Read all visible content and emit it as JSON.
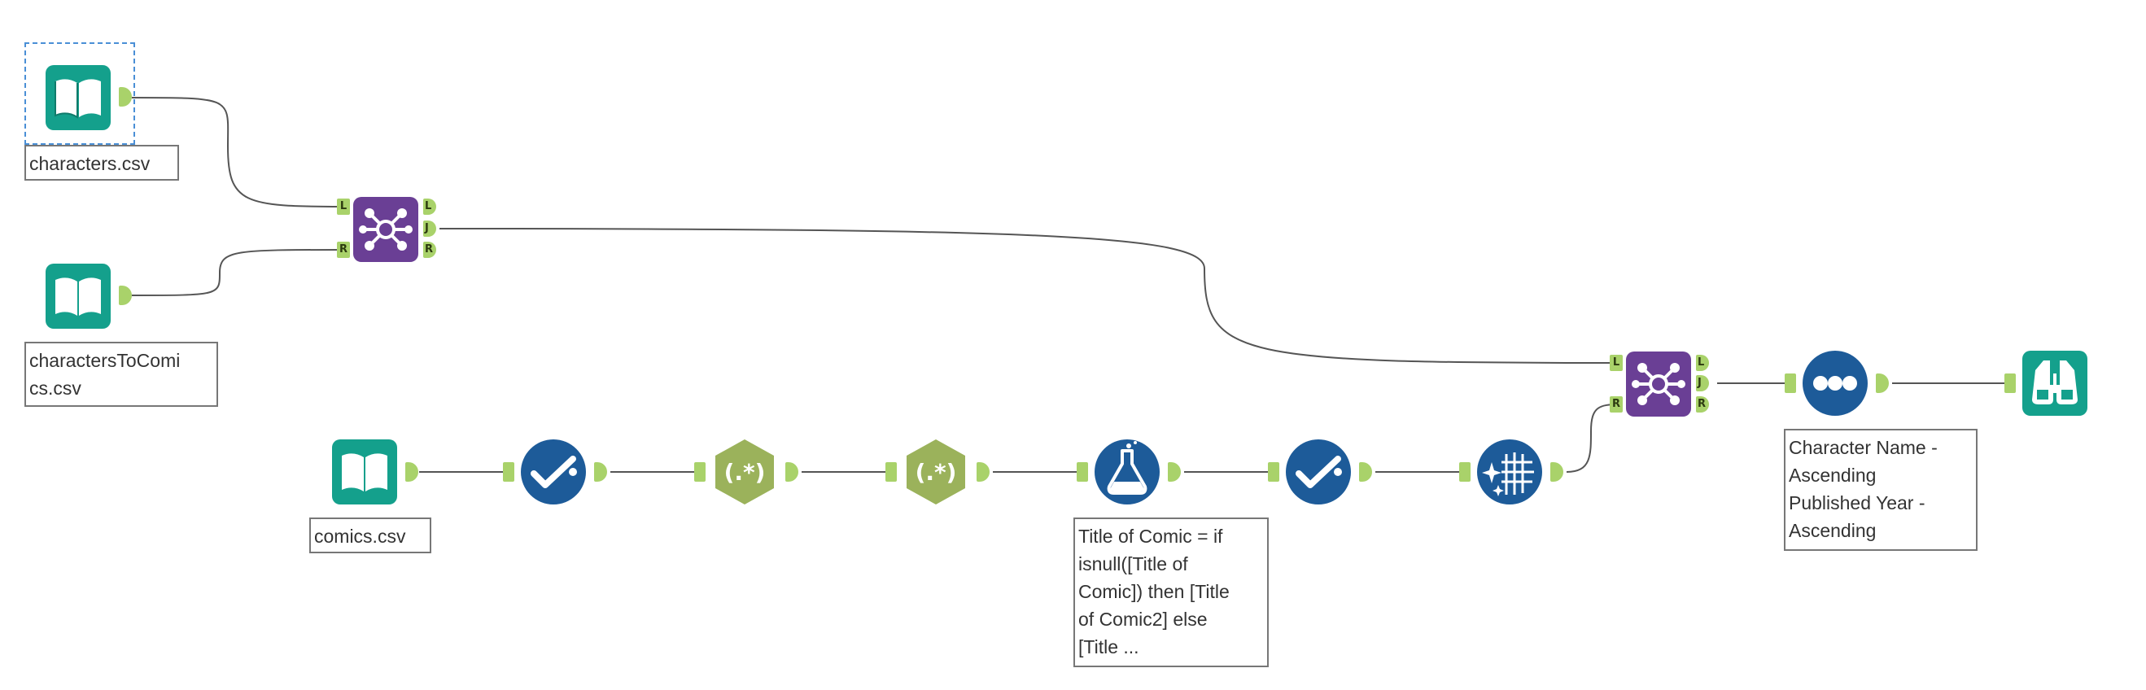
{
  "workflow": {
    "tools": [
      {
        "name": "input-characters",
        "icon": "book-icon",
        "caption": "characters.csv"
      },
      {
        "name": "input-characters-to-comics",
        "icon": "book-icon",
        "caption": "charactersToComi\ncs.csv"
      },
      {
        "name": "join-1",
        "icon": "join-icon",
        "anchors_in": [
          "L",
          "R"
        ],
        "anchors_out": [
          "L",
          "J",
          "R"
        ]
      },
      {
        "name": "input-comics",
        "icon": "book-icon",
        "caption": "comics.csv"
      },
      {
        "name": "select-1",
        "icon": "checkmark-icon"
      },
      {
        "name": "regex-1",
        "icon": "regex-icon",
        "symbol": "(.*)"
      },
      {
        "name": "regex-2",
        "icon": "regex-icon",
        "symbol": "(.*)"
      },
      {
        "name": "formula-1",
        "icon": "flask-icon",
        "caption": "Title of Comic = if\nisnull([Title of\nComic]) then [Title\nof Comic2] else\n[Title ..."
      },
      {
        "name": "select-2",
        "icon": "checkmark-icon"
      },
      {
        "name": "cleanse-1",
        "icon": "sparkle-table-icon"
      },
      {
        "name": "join-2",
        "icon": "join-icon",
        "anchors_in": [
          "L",
          "R"
        ],
        "anchors_out": [
          "L",
          "J",
          "R"
        ]
      },
      {
        "name": "sort-1",
        "icon": "sort-dots-icon",
        "caption": "Character Name -\nAscending\nPublished Year -\nAscending"
      },
      {
        "name": "browse-1",
        "icon": "binoculars-icon"
      }
    ],
    "colors": {
      "input": "#14a08c",
      "join": "#6a3f95",
      "preparation": "#1d5b99",
      "regex": "#9bb25b",
      "anchor": "#a9d26a",
      "connection": "#555555",
      "selection": "#4a8fd6"
    }
  }
}
